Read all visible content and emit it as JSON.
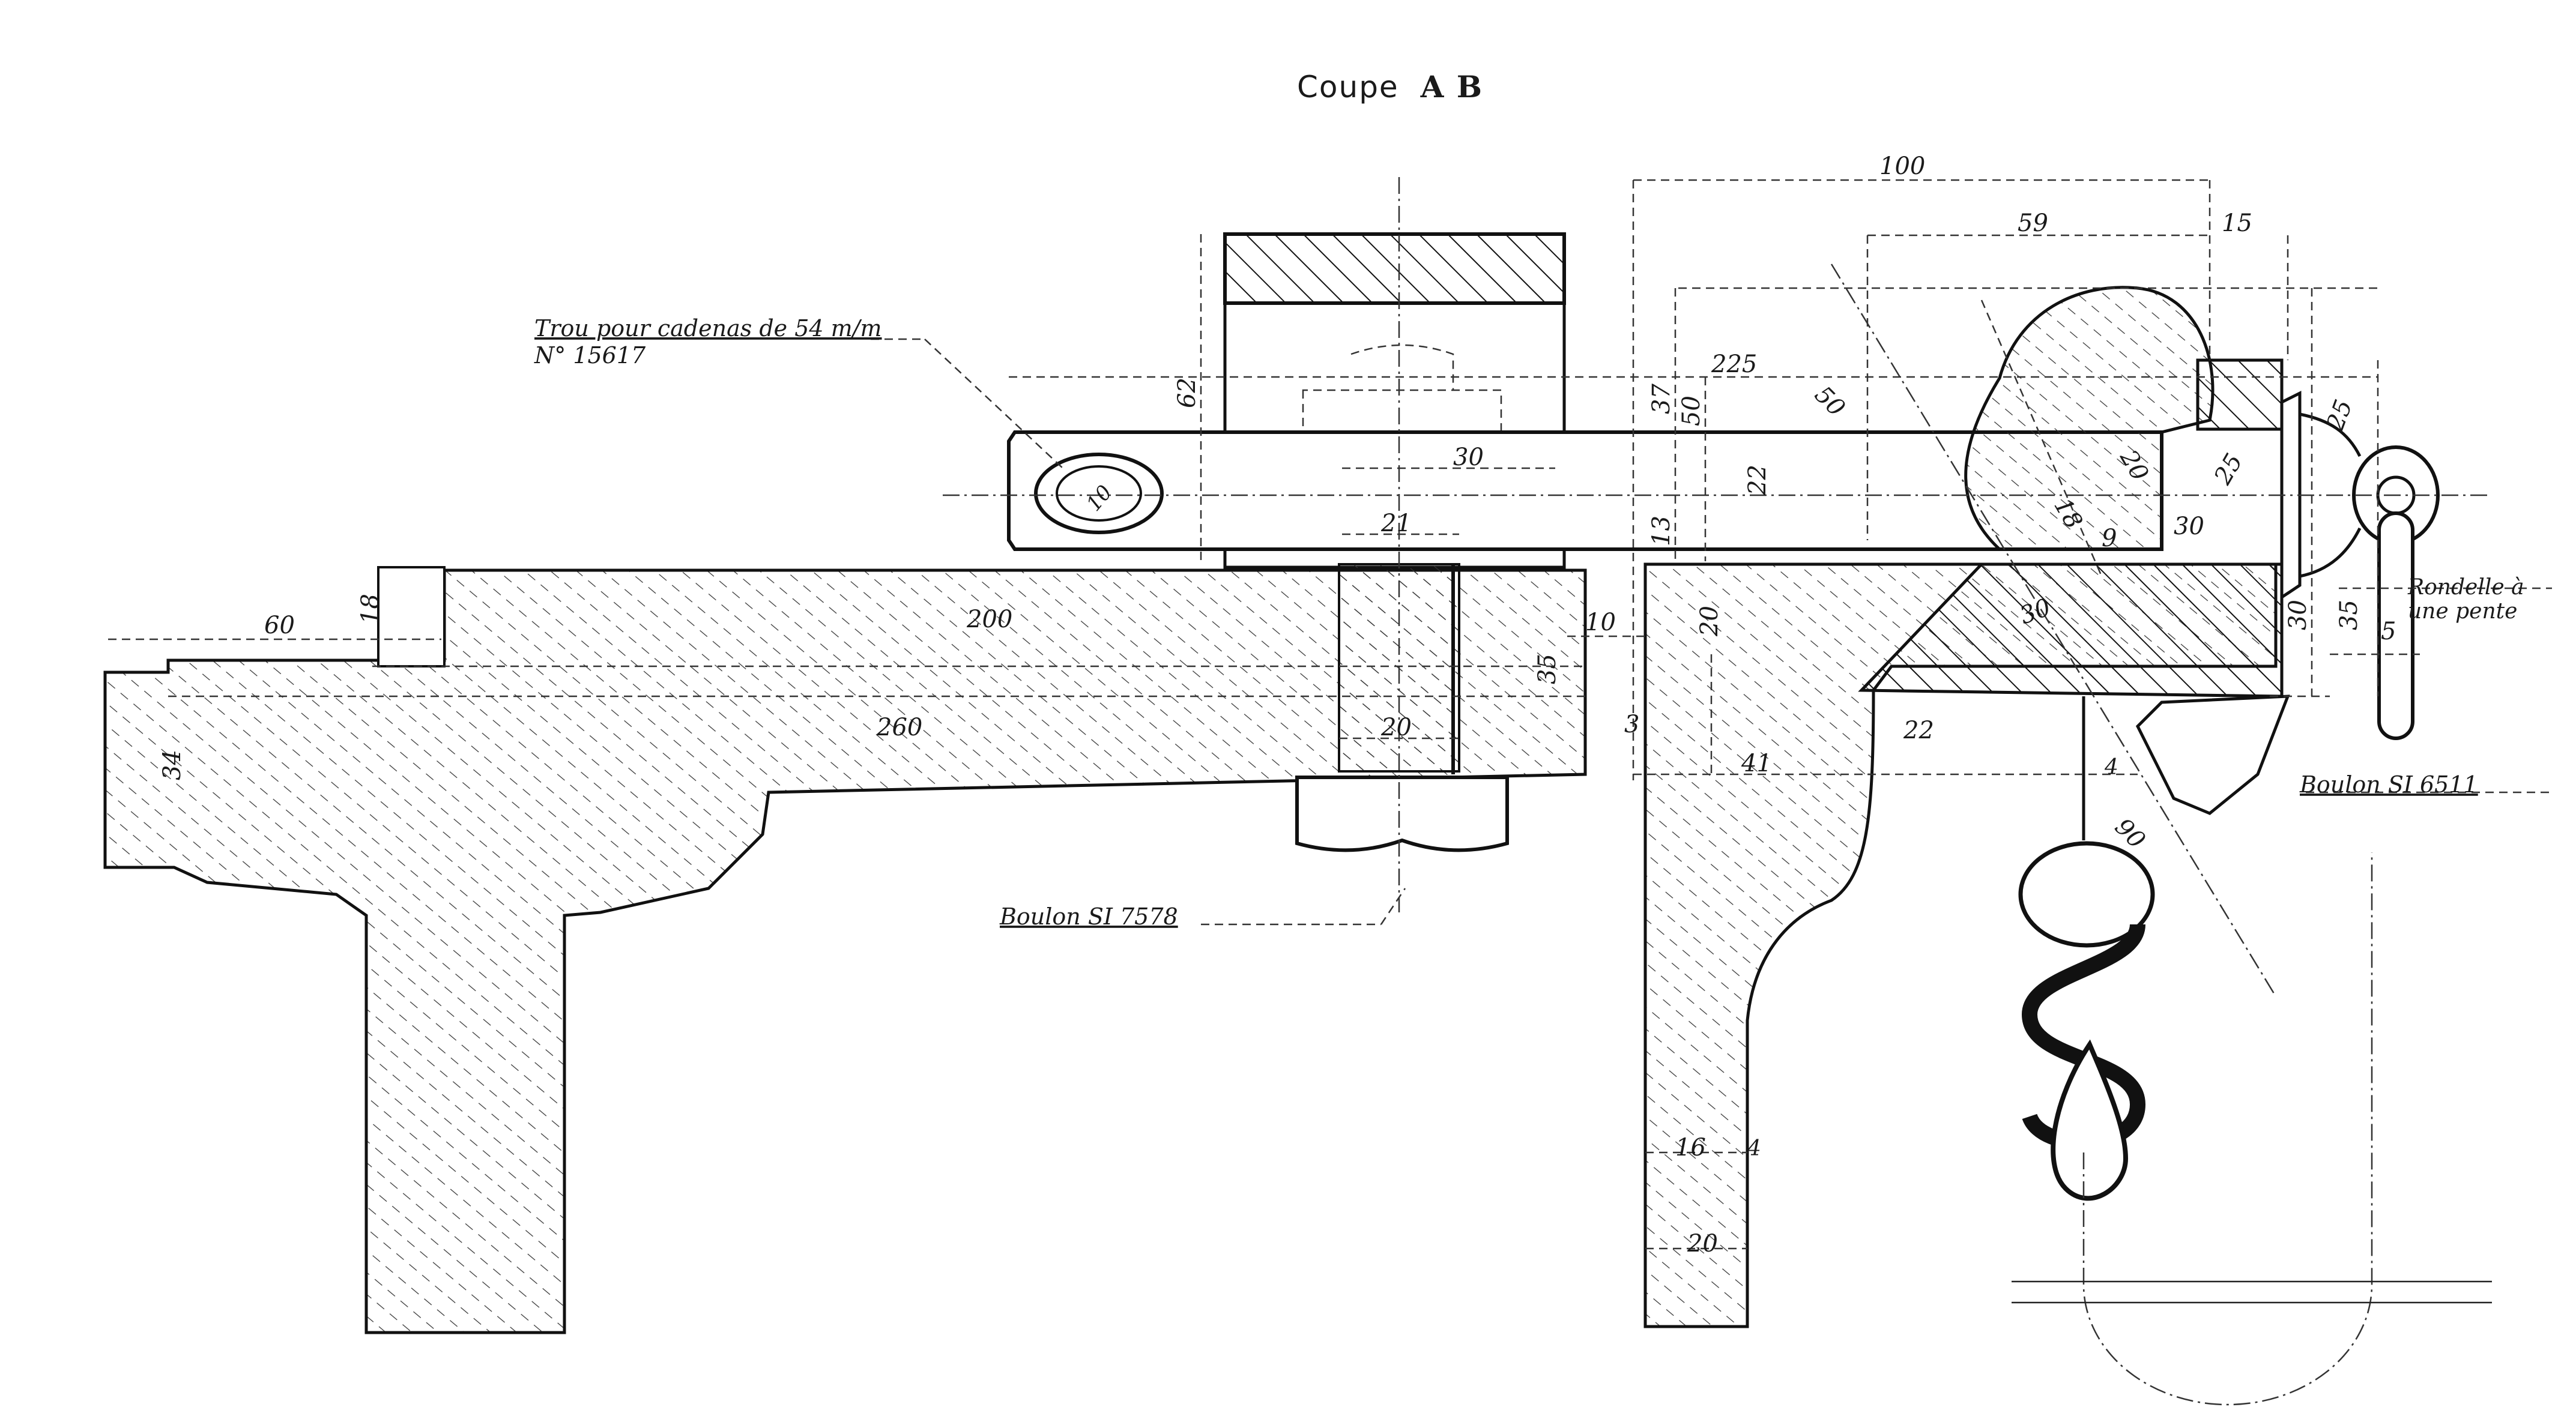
{
  "title": {
    "label": "Coupe",
    "section": "A B"
  },
  "annotations": {
    "padlock_hole_line1": "Trou pour cadenas de 54 m/m",
    "padlock_hole_line2": "N° 15617",
    "bolt_left": "Boulon SI 7578",
    "bolt_right": "Boulon SI 6511",
    "washer_line1": "Rondelle à",
    "washer_line2": "une pente"
  },
  "dimensions": {
    "d100": "100",
    "d59": "59",
    "d15": "15",
    "d225": "225",
    "d50_diag": "50",
    "d37": "37",
    "d50_v": "50",
    "d62": "62",
    "d30_top": "30",
    "d10": "10",
    "d22_v": "22",
    "d21": "21",
    "d13": "13",
    "d20_diag": "20",
    "d18_diag": "18",
    "d25_diag": "25",
    "d25_r": "25",
    "d9": "9",
    "d30_diag": "30",
    "d30_body": "30",
    "d30_r": "30",
    "d35_r": "35",
    "d5": "5",
    "d60": "60",
    "d18": "18",
    "d200": "200",
    "d260": "260",
    "d10_gap": "10",
    "d20_v": "20",
    "d35": "35",
    "d34": "34",
    "d20_bolt": "20",
    "d3": "3",
    "d41": "41",
    "d22_h": "22",
    "d4_a": "4",
    "d90": "90",
    "d16": "16",
    "d4_b": "4",
    "d20_b": "20"
  }
}
